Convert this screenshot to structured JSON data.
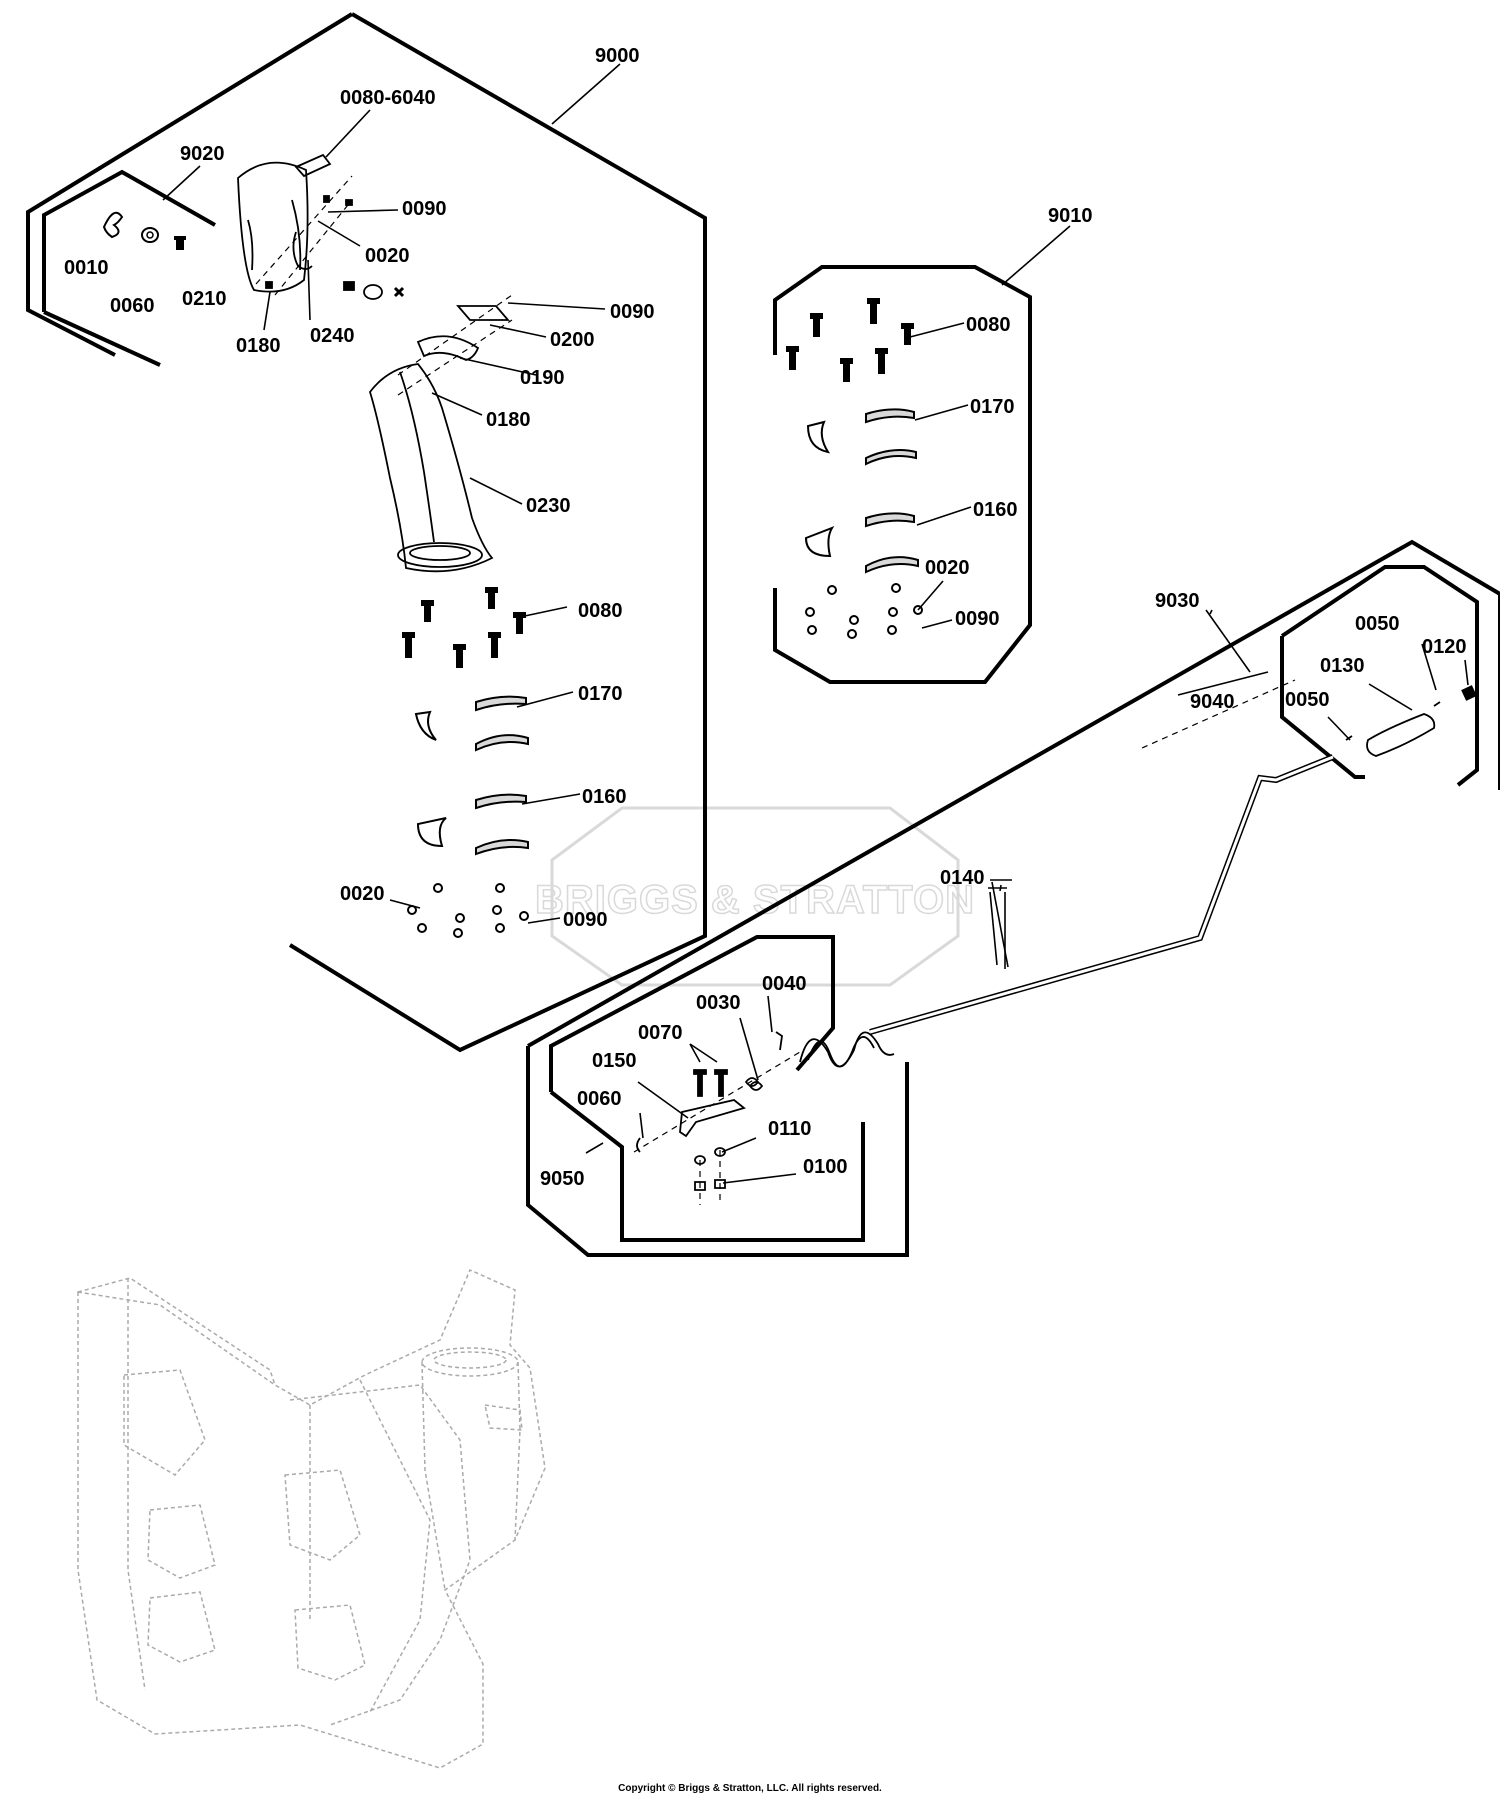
{
  "colors": {
    "ink": "#000000",
    "ghost": "#aaaaaa",
    "watermark": "#d9d9d9",
    "background": "#ffffff"
  },
  "watermark": {
    "brand": "BRIGGS & STRATTON"
  },
  "copyright": "Copyright © Briggs & Stratton, LLC. All rights reserved.",
  "groups": {
    "g9000": "9000",
    "g9010": "9010",
    "g9020": "9020",
    "g9030": "9030",
    "g9040": "9040",
    "g9050": "9050"
  },
  "callouts": {
    "c9000_0080_6040": "0080-6040",
    "c9020_0010": "0010",
    "c9020_0060": "0060",
    "c9020_0210": "0210",
    "c9000_0090_a": "0090",
    "c9000_0020_a": "0020",
    "c9000_0180_a": "0180",
    "c9000_0240": "0240",
    "c9000_0090_b": "0090",
    "c9000_0200": "0200",
    "c9000_0190": "0190",
    "c9000_0180_b": "0180",
    "c9000_0230": "0230",
    "c9000_0080": "0080",
    "c9000_0170": "0170",
    "c9000_0160": "0160",
    "c9000_0020_b": "0020",
    "c9000_0090_c": "0090",
    "c9010_0080": "0080",
    "c9010_0170": "0170",
    "c9010_0160": "0160",
    "c9010_0020": "0020",
    "c9010_0090": "0090",
    "c9040_0050_a": "0050",
    "c9040_0120": "0120",
    "c9040_0130": "0130",
    "c9040_0050_b": "0050",
    "c9030_0140": "0140",
    "c9050_0040": "0040",
    "c9050_0030": "0030",
    "c9050_0070": "0070",
    "c9050_0150": "0150",
    "c9050_0060": "0060",
    "c9050_0110": "0110",
    "c9050_0100": "0100"
  }
}
